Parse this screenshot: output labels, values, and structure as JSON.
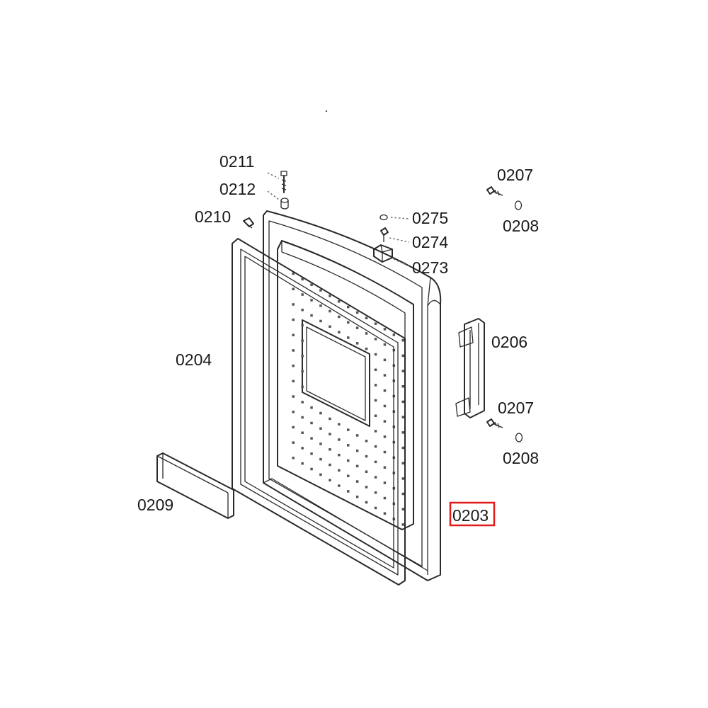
{
  "diagram": {
    "highlight_color": "#e11a1a",
    "line_color": "#2a2a2a",
    "callouts": [
      {
        "id": "0211",
        "label": "0211",
        "highlighted": false
      },
      {
        "id": "0212",
        "label": "0212",
        "highlighted": false
      },
      {
        "id": "0210",
        "label": "0210",
        "highlighted": false
      },
      {
        "id": "0275",
        "label": "0275",
        "highlighted": false
      },
      {
        "id": "0274",
        "label": "0274",
        "highlighted": false
      },
      {
        "id": "0273",
        "label": "0273",
        "highlighted": false
      },
      {
        "id": "0207a",
        "label": "0207",
        "highlighted": false
      },
      {
        "id": "0208a",
        "label": "0208",
        "highlighted": false
      },
      {
        "id": "0206",
        "label": "0206",
        "highlighted": false
      },
      {
        "id": "0207b",
        "label": "0207",
        "highlighted": false
      },
      {
        "id": "0208b",
        "label": "0208",
        "highlighted": false
      },
      {
        "id": "0204",
        "label": "0204",
        "highlighted": false
      },
      {
        "id": "0209",
        "label": "0209",
        "highlighted": false
      },
      {
        "id": "0203",
        "label": "0203",
        "highlighted": true
      }
    ]
  }
}
